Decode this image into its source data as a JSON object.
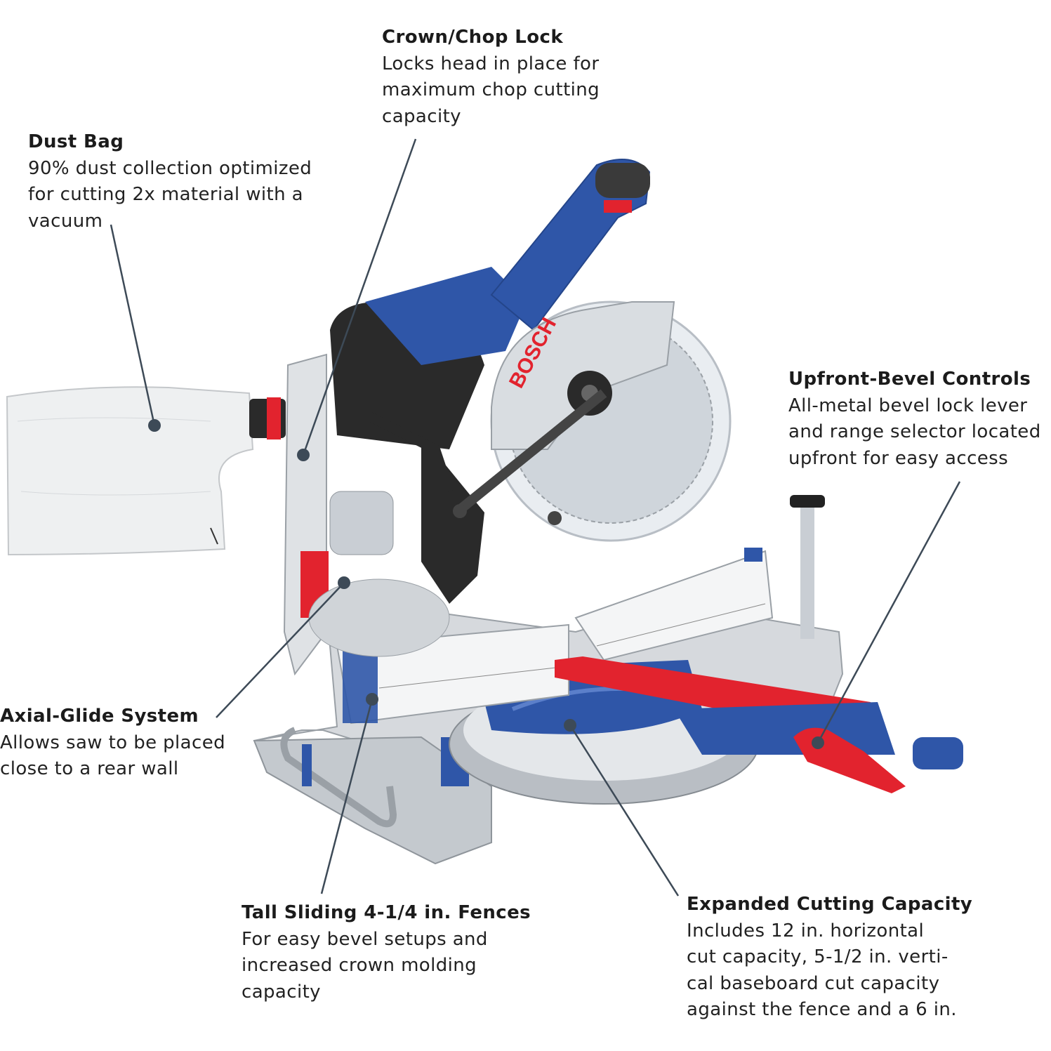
{
  "callouts": {
    "crown": {
      "title": "Crown/Chop Lock",
      "desc": "Locks head in place for\nmaximum chop cutting\ncapacity"
    },
    "dust": {
      "title": "Dust Bag",
      "desc": "90% dust collection optimized\nfor cutting 2x material with a\nvacuum"
    },
    "bevel": {
      "title": "Upfront-Bevel Controls",
      "desc": "All-metal bevel lock lever\nand range selector located\nupfront for easy access"
    },
    "axial": {
      "title": "Axial-Glide System",
      "desc": "Allows saw to be placed\nclose to a rear wall"
    },
    "fence": {
      "title": "Tall Sliding 4-1/4 in. Fences",
      "desc": "For easy bevel setups and\nincreased crown molding\ncapacity"
    },
    "expand": {
      "title": "Expanded Cutting Capacity",
      "desc": "Includes 12 in. horizontal\ncut capacity, 5-1/2 in. verti-\ncal baseboard cut capacity\nagainst the fence and a 6 in."
    }
  },
  "brand": {
    "logo": "BOSCH"
  },
  "colors": {
    "tool_blue": "#2f56a8",
    "accent_red": "#e2232e",
    "metal_grey": "#c9ced4",
    "leader_line": "#3d4a57"
  }
}
